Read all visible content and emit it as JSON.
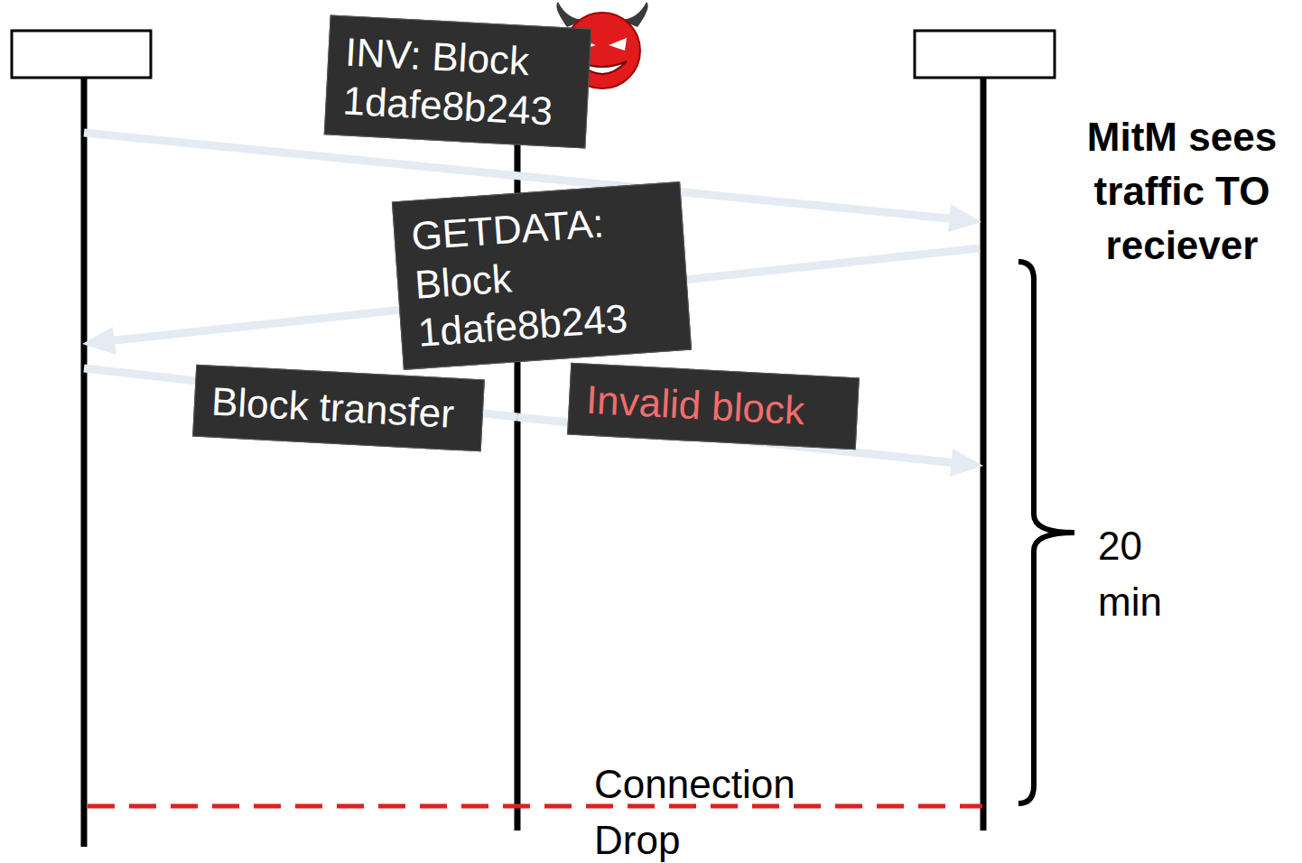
{
  "diagram": {
    "nodes": [
      {
        "text": [
          "INV: Block 1dafe8b243"
        ]
      },
      {
        "text": [
          "GETDATA: Block 1dafe8b243"
        ]
      },
      {
        "text": [
          "Block transfer"
        ]
      },
      {
        "text": [
          "Invalid block"
        ]
      }
    ],
    "labels": [
      "MitM sees traffic TO reciever",
      "20 min",
      "Connection Drop"
    ]
  }
}
